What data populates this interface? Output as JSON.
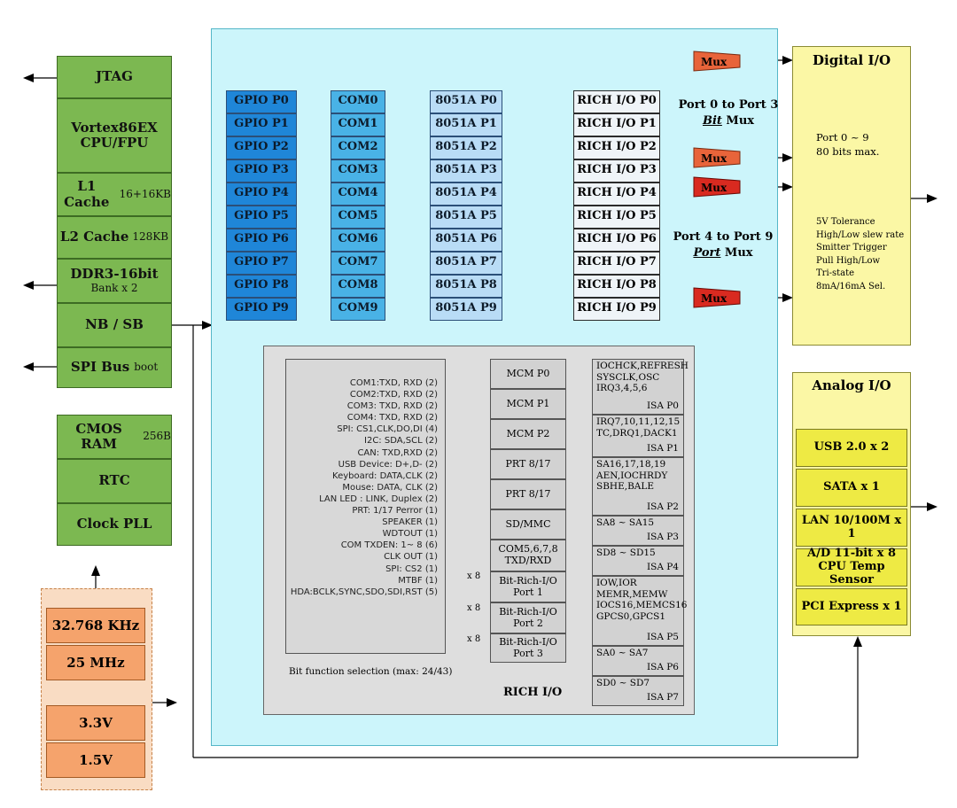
{
  "left_blocks": {
    "jtag": "JTAG",
    "cpu_line1": "Vortex86EX",
    "cpu_line2": "CPU/FPU",
    "l1_main": "L1 Cache",
    "l1_size": "16+16KB",
    "l2_main": "L2 Cache",
    "l2_size": "128KB",
    "ddr_main": "DDR3-16bit",
    "ddr_sub": "Bank x 2",
    "nbsb": "NB / SB",
    "spi_main": "SPI Bus",
    "spi_sub": "boot",
    "cmos_main": "CMOS RAM",
    "cmos_size": "256B",
    "rtc": "RTC",
    "clock": "Clock PLL"
  },
  "clocks": [
    "32.768 KHz",
    "25 MHz"
  ],
  "voltages": [
    "3.3V",
    "1.5V"
  ],
  "gpio": [
    "GPIO P0",
    "GPIO P1",
    "GPIO P2",
    "GPIO P3",
    "GPIO P4",
    "GPIO P5",
    "GPIO P6",
    "GPIO P7",
    "GPIO P8",
    "GPIO P9"
  ],
  "com": [
    "COM0",
    "COM1",
    "COM2",
    "COM3",
    "COM4",
    "COM5",
    "COM6",
    "COM7",
    "COM8",
    "COM9"
  ],
  "p8051": [
    "8051A P0",
    "8051A P1",
    "8051A P2",
    "8051A P3",
    "8051A P4",
    "8051A P5",
    "8051A P6",
    "8051A P7",
    "8051A P8",
    "8051A P9"
  ],
  "rich_io": [
    "RICH I/O P0",
    "RICH I/O P1",
    "RICH I/O P2",
    "RICH I/O P3",
    "RICH I/O P4",
    "RICH I/O P5",
    "RICH I/O P6",
    "RICH I/O P7",
    "RICH I/O P8",
    "RICH I/O P9"
  ],
  "mux": {
    "label": "Mux",
    "colors": [
      "#e8643a",
      "#e8643a",
      "#d92a20",
      "#d92a20"
    ]
  },
  "port_labels": {
    "bit_l1": "Port 0 to Port 3",
    "bit_em": "Bit",
    "bit_rest": " Mux",
    "port_l1": "Port 4 to Port 9",
    "port_em": "Port",
    "port_rest": " Mux"
  },
  "digital_io": {
    "title": "Digital I/O",
    "line1": "Port 0 ~ 9",
    "line2": "80 bits max.",
    "features": [
      "5V Tolerance",
      "High/Low slew rate",
      "Smitter Trigger",
      "Pull High/Low",
      "Tri-state",
      "8mA/16mA Sel."
    ]
  },
  "analog_io": {
    "title": "Analog I/O",
    "items": [
      "USB 2.0 x 2",
      "SATA x 1",
      "LAN 10/100M x 1",
      "A/D 11-bit x 8",
      "CPU Temp Sensor",
      "PCI Express x 1"
    ]
  },
  "signals": [
    "COM1:TXD, RXD (2)",
    "COM2:TXD, RXD (2)",
    "COM3: TXD, RXD (2)",
    "COM4: TXD, RXD (2)",
    "SPI: CS1,CLK,DO,DI (4)",
    "I2C: SDA,SCL (2)",
    "CAN: TXD,RXD (2)",
    "USB Device: D+,D- (2)",
    "Keyboard: DATA,CLK (2)",
    "Mouse: DATA, CLK (2)",
    "LAN LED : LINK, Duplex (2)",
    "PRT: 1/17 Perror (1)",
    "SPEAKER (1)",
    "WDTOUT (1)",
    "COM TXDEN: 1~ 8 (6)",
    "CLK OUT (1)",
    "SPI: CS2 (1)",
    "MTBF (1)",
    "HDA:BCLK,SYNC,SDO,SDI,RST (5)"
  ],
  "bit_function": "Bit function selection  (max: 24/43)",
  "mid_boxes": [
    "MCM P0",
    "MCM P1",
    "MCM P2",
    "PRT 8/17",
    "PRT 8/17",
    "SD/MMC"
  ],
  "com_txd": [
    "COM5,6,7,8",
    "TXD/RXD"
  ],
  "bit_rich": [
    [
      "Bit-Rich-I/O",
      "Port 1"
    ],
    [
      "Bit-Rich-I/O",
      "Port 2"
    ],
    [
      "Bit-Rich-I/O",
      "Port 3"
    ]
  ],
  "x8": "x 8",
  "rich_title": "RICH I/O",
  "isa": [
    {
      "lines": [
        "IOCHCK,REFRESH",
        "SYSCLK,OSC",
        "IRQ3,4,5,6"
      ],
      "name": "ISA P0"
    },
    {
      "lines": [
        "IRQ7,10,11,12,15",
        "TC,DRQ1,DACK1"
      ],
      "name": "ISA P1"
    },
    {
      "lines": [
        "SA16,17,18,19",
        "AEN,IOCHRDY",
        "SBHE,BALE"
      ],
      "name": "ISA P2"
    },
    {
      "lines": [
        "SA8 ~ SA15"
      ],
      "name": "ISA P3"
    },
    {
      "lines": [
        "SD8 ~ SD15"
      ],
      "name": "ISA P4"
    },
    {
      "lines": [
        "IOW,IOR",
        "MEMR,MEMW",
        "IOCS16,MEMCS16",
        "GPCS0,GPCS1"
      ],
      "name": "ISA P5"
    },
    {
      "lines": [
        "SA0 ~ SA7"
      ],
      "name": "ISA P6"
    },
    {
      "lines": [
        "SD0 ~ SD7"
      ],
      "name": "ISA P7"
    }
  ],
  "colors": {
    "green": "#7cb851",
    "cyan_panel": "#ccf5fb",
    "gpio": "#1f86d8",
    "com": "#49b2e6",
    "c8051": "#b9dcf6",
    "yellow": "#fbf7a5",
    "yellow_box": "#eeea44",
    "orange": "#f5a36c"
  }
}
